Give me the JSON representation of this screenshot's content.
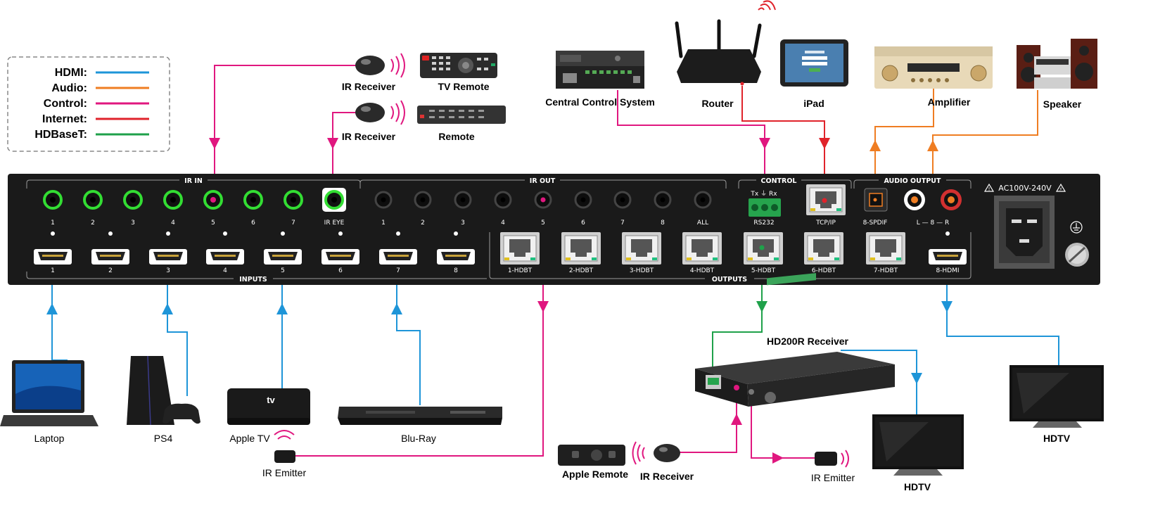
{
  "colors": {
    "hdmi": "#1e95d8",
    "audio": "#ef7d22",
    "control": "#e0177f",
    "internet": "#e0232b",
    "hdbaset": "#1fa14a",
    "panel": "#1a1a1a",
    "ir_in_ring": "#33dd33"
  },
  "legend": [
    {
      "label": "HDMI:",
      "color_key": "hdmi"
    },
    {
      "label": "Audio:",
      "color_key": "audio"
    },
    {
      "label": "Control:",
      "color_key": "control"
    },
    {
      "label": "Internet:",
      "color_key": "internet"
    },
    {
      "label": "HDBaseT:",
      "color_key": "hdbaset"
    }
  ],
  "panel": {
    "ir_in_title": "IR IN",
    "ir_out_title": "IR OUT",
    "control_title": "CONTROL",
    "audio_output_title": "AUDIO OUTPUT",
    "inputs_title": "INPUTS",
    "outputs_title": "OUTPUTS",
    "power_label": "AC100V-240V",
    "ir_in_labels": [
      "1",
      "2",
      "3",
      "4",
      "5",
      "6",
      "7",
      "IR EYE"
    ],
    "ir_out_labels": [
      "1",
      "2",
      "3",
      "4",
      "5",
      "6",
      "7",
      "8",
      "ALL"
    ],
    "input_labels": [
      "1",
      "2",
      "3",
      "4",
      "5",
      "6",
      "7",
      "8"
    ],
    "hdbt_labels": [
      "1-HDBT",
      "2-HDBT",
      "3-HDBT",
      "4-HDBT",
      "5-HDBT",
      "6-HDBT",
      "7-HDBT"
    ],
    "hdmi_out_label": "8-HDMI",
    "rs232_label": "RS232",
    "rs232_pins": "Tx  ⏚  Rx",
    "tcpip_label": "TCP/IP",
    "spdif_label": "8-SPDIF",
    "analog_label": "L — 8 — R"
  },
  "devices": {
    "ir_receiver_1": "IR Receiver",
    "tv_remote": "TV Remote",
    "ir_receiver_2": "IR Receiver",
    "remote": "Remote",
    "central_control": "Central Control System",
    "router": "Router",
    "ipad": "iPad",
    "amplifier": "Amplifier",
    "speaker": "Speaker",
    "laptop": "Laptop",
    "ps4": "PS4",
    "apple_tv": "Apple TV",
    "ir_emitter_1": "IR Emitter",
    "blu_ray": "Blu-Ray",
    "hd200r": "HD200R Receiver",
    "apple_remote": "Apple Remote",
    "ir_receiver_3": "IR Receiver",
    "ir_emitter_2": "IR Emitter",
    "hdtv_1": "HDTV",
    "hdtv_2": "HDTV"
  }
}
